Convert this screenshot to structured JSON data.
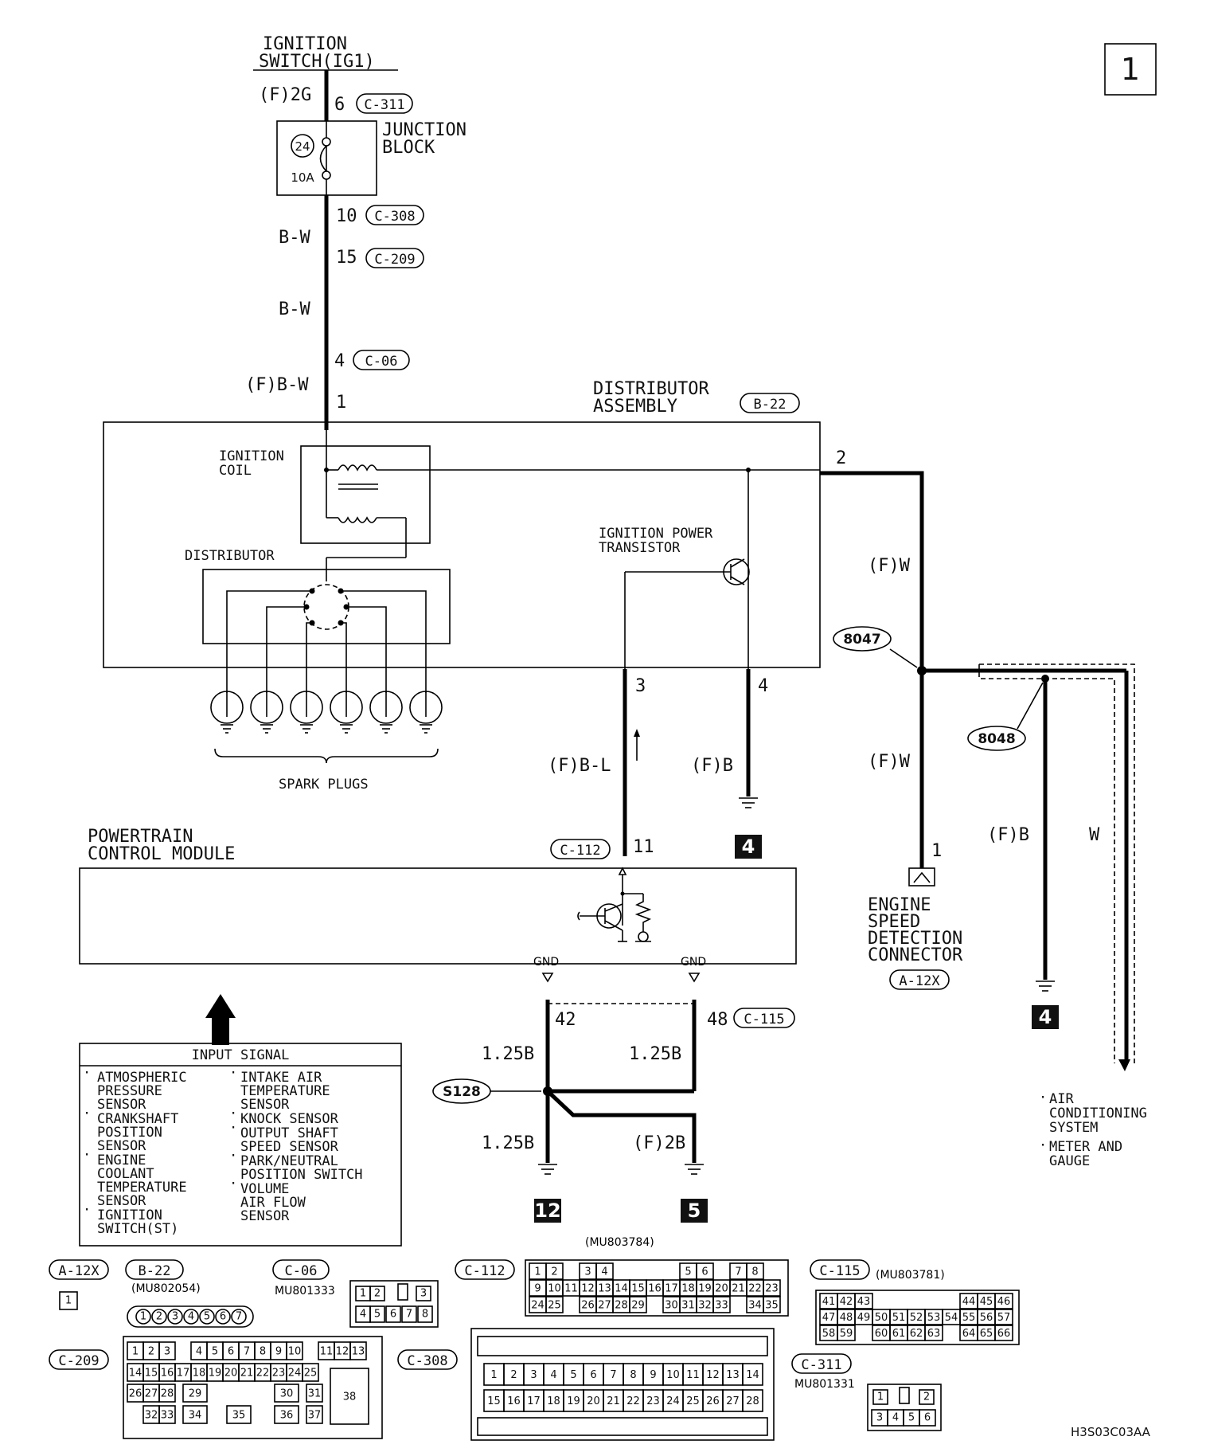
{
  "page_number": "1",
  "footer_code": "H3S03C03AA",
  "ignition_switch": {
    "line1": "IGNITION",
    "line2": "SWITCH(IG1)"
  },
  "top_wire": {
    "code": "(F)2G",
    "pin": "6",
    "connector": "C-311"
  },
  "junction_block": {
    "line1": "JUNCTION",
    "line2": "BLOCK",
    "fuse_number": "24",
    "fuse_rating": "10A"
  },
  "jb_out": {
    "pin": "10",
    "connector": "C-308"
  },
  "wire_bw1": "B-W",
  "c209_pin": {
    "pin": "15",
    "connector": "C-209"
  },
  "wire_bw2": "B-W",
  "c06_pin": {
    "pin": "4",
    "connector": "C-06"
  },
  "wire_fbw": "(F)B-W",
  "dist_pin1": "1",
  "distributor_assembly": {
    "line1": "DISTRIBUTOR",
    "line2": "ASSEMBLY",
    "connector": "B-22"
  },
  "ignition_coil": {
    "line1": "IGNITION",
    "line2": "COIL"
  },
  "distributor_label": "DISTRIBUTOR",
  "power_transistor": {
    "line1": "IGNITION POWER",
    "line2": "TRANSISTOR"
  },
  "pin2": "2",
  "pin3": "3",
  "pin4": "4",
  "wire_fw_top": "(F)W",
  "splice_8047": "8047",
  "splice_8048": "8048",
  "spark_plugs": "SPARK PLUGS",
  "wire_fbl": "(F)B-L",
  "wire_fb_left": "(F)B",
  "wire_fw_low": "(F)W",
  "wire_fb_right": "(F)B",
  "wire_w": "W",
  "ground_4a": "4",
  "ground_4b": "4",
  "pcm": {
    "line1": "POWERTRAIN",
    "line2": "CONTROL MODULE"
  },
  "pcm_pin": {
    "connector": "C-112",
    "pin": "11"
  },
  "esd_pin": "1",
  "esd_connector": {
    "line1": "ENGINE",
    "line2": "SPEED",
    "line3": "DETECTION",
    "line4": "CONNECTOR",
    "connector": "A-12X"
  },
  "gnd_left": "GND",
  "gnd_right": "GND",
  "pin42": "42",
  "pin48": {
    "pin": "48",
    "connector": "C-115"
  },
  "wire_125b_a": "1.25B",
  "wire_125b_b": "1.25B",
  "wire_125b_c": "1.25B",
  "wire_f2b": "(F)2B",
  "splice_s128": "S128",
  "ground_12": "12",
  "ground_5": "5",
  "destinations": {
    "d1_line1": "AIR",
    "d1_line2": "CONDITIONING",
    "d1_line3": "SYSTEM",
    "d2_line1": "METER AND",
    "d2_line2": "GAUGE"
  },
  "input_signal": {
    "title": "INPUT SIGNAL",
    "left": [
      "ATMOSPHERIC",
      "PRESSURE",
      "SENSOR",
      "CRANKSHAFT",
      "POSITION",
      "SENSOR",
      "ENGINE",
      "COOLANT",
      "TEMPERATURE",
      "SENSOR",
      "IGNITION",
      "SWITCH(ST)"
    ],
    "right": [
      "INTAKE AIR",
      "TEMPERATURE",
      "SENSOR",
      "KNOCK SENSOR",
      "OUTPUT SHAFT",
      "SPEED SENSOR",
      "PARK/NEUTRAL",
      "POSITION SWITCH",
      "VOLUME",
      "AIR FLOW",
      "SENSOR"
    ]
  },
  "connectors": {
    "a12x": {
      "name": "A-12X",
      "pins": [
        "1"
      ]
    },
    "b22": {
      "name": "B-22",
      "part": "(MU802054)",
      "pins": [
        "1",
        "2",
        "3",
        "4",
        "5",
        "6",
        "7"
      ]
    },
    "c06": {
      "name": "C-06",
      "part": "MU801333",
      "row1": [
        "1",
        "2",
        "",
        "3"
      ],
      "row2": [
        "4",
        "5",
        "6",
        "7",
        "8"
      ]
    },
    "c209": {
      "name": "C-209",
      "row1": [
        "1",
        "2",
        "3",
        "",
        "4",
        "5",
        "6",
        "7",
        "8",
        "9",
        "10",
        "",
        "11",
        "12",
        "13"
      ],
      "row2": [
        "14",
        "15",
        "16",
        "17",
        "18",
        "19",
        "20",
        "21",
        "22",
        "23",
        "24",
        "25"
      ],
      "row3": [
        "26",
        "27",
        "28",
        "29",
        "30",
        "31"
      ],
      "row4": [
        "32",
        "33",
        "34",
        "35",
        "36",
        "37"
      ],
      "big": "38"
    },
    "c308": {
      "name": "C-308"
    },
    "c112": {
      "name": "C-112",
      "part": "(MU803784)",
      "row1": [
        "1",
        "2",
        "",
        "3",
        "4",
        "",
        "",
        "",
        "",
        "5",
        "6",
        "",
        "7",
        "8"
      ],
      "row2": [
        "9",
        "10",
        "11",
        "12",
        "13",
        "14",
        "15",
        "16",
        "17",
        "18",
        "19",
        "20",
        "21",
        "22",
        "23"
      ],
      "row3": [
        "24",
        "25",
        "",
        "26",
        "27",
        "28",
        "29",
        "",
        "30",
        "31",
        "32",
        "33",
        "",
        "34",
        "35"
      ]
    },
    "c115": {
      "name": "C-115",
      "part": "(MU803781)",
      "row1": [
        "41",
        "42",
        "43",
        "",
        "",
        "",
        "",
        "",
        "44",
        "45",
        "46"
      ],
      "row2": [
        "47",
        "48",
        "49",
        "50",
        "51",
        "52",
        "53",
        "54",
        "55",
        "56",
        "57"
      ],
      "row3": [
        "58",
        "59",
        "",
        "60",
        "61",
        "62",
        "63",
        "",
        "64",
        "65",
        "66"
      ]
    },
    "c311": {
      "name": "C-311",
      "part": "MU801331",
      "row1": [
        "1",
        "",
        "2"
      ],
      "row2": [
        "3",
        "4",
        "5",
        "6"
      ]
    },
    "c308_pins": {
      "row1": [
        "1",
        "2",
        "3",
        "4",
        "5",
        "6",
        "7",
        "8",
        "9",
        "10",
        "11",
        "12",
        "13",
        "14"
      ],
      "row2": [
        "15",
        "16",
        "17",
        "18",
        "19",
        "20",
        "21",
        "22",
        "23",
        "24",
        "25",
        "26",
        "27",
        "28"
      ]
    }
  }
}
